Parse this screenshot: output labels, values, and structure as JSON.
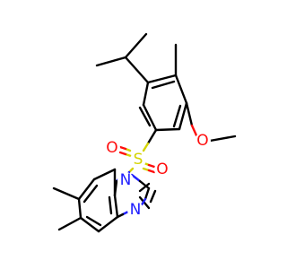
{
  "structure": {
    "atoms": [
      {
        "id": "S",
        "label": "S",
        "color": "#d4d400"
      },
      {
        "id": "O1",
        "label": "O",
        "color": "#ff0d0d"
      },
      {
        "id": "O2",
        "label": "O",
        "color": "#ff0d0d"
      },
      {
        "id": "O3",
        "label": "O",
        "color": "#ff0d0d"
      },
      {
        "id": "N1",
        "label": "N",
        "color": "#2020ff"
      },
      {
        "id": "N2",
        "label": "N",
        "color": "#2020ff"
      }
    ]
  }
}
